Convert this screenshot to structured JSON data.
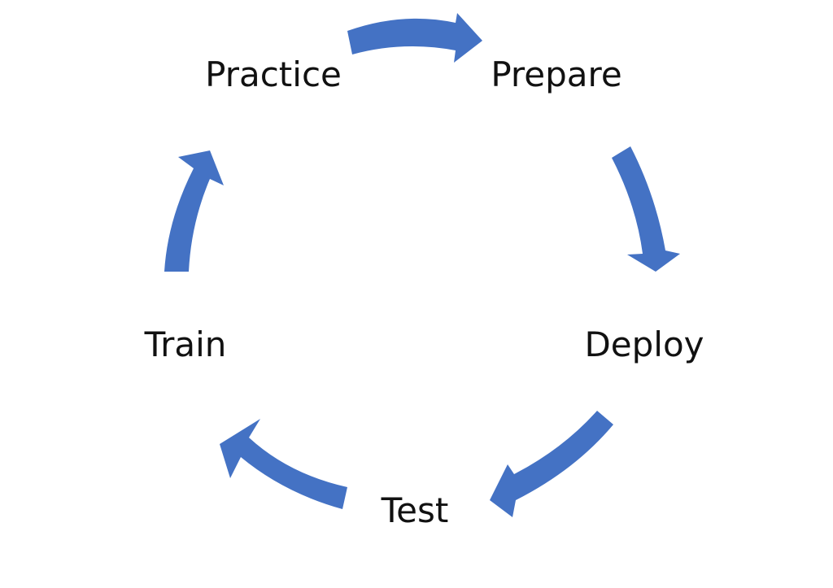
{
  "cycle": {
    "stages": [
      {
        "label": "Practice"
      },
      {
        "label": "Prepare"
      },
      {
        "label": "Deploy"
      },
      {
        "label": "Test"
      },
      {
        "label": "Train"
      }
    ]
  },
  "colors": {
    "arrow": "#4472C4",
    "text": "#111111",
    "background": "#ffffff"
  },
  "icons": [
    "arrow-practice-to-prepare-icon",
    "arrow-prepare-to-deploy-icon",
    "arrow-deploy-to-test-icon",
    "arrow-test-to-train-icon",
    "arrow-train-to-practice-icon"
  ]
}
